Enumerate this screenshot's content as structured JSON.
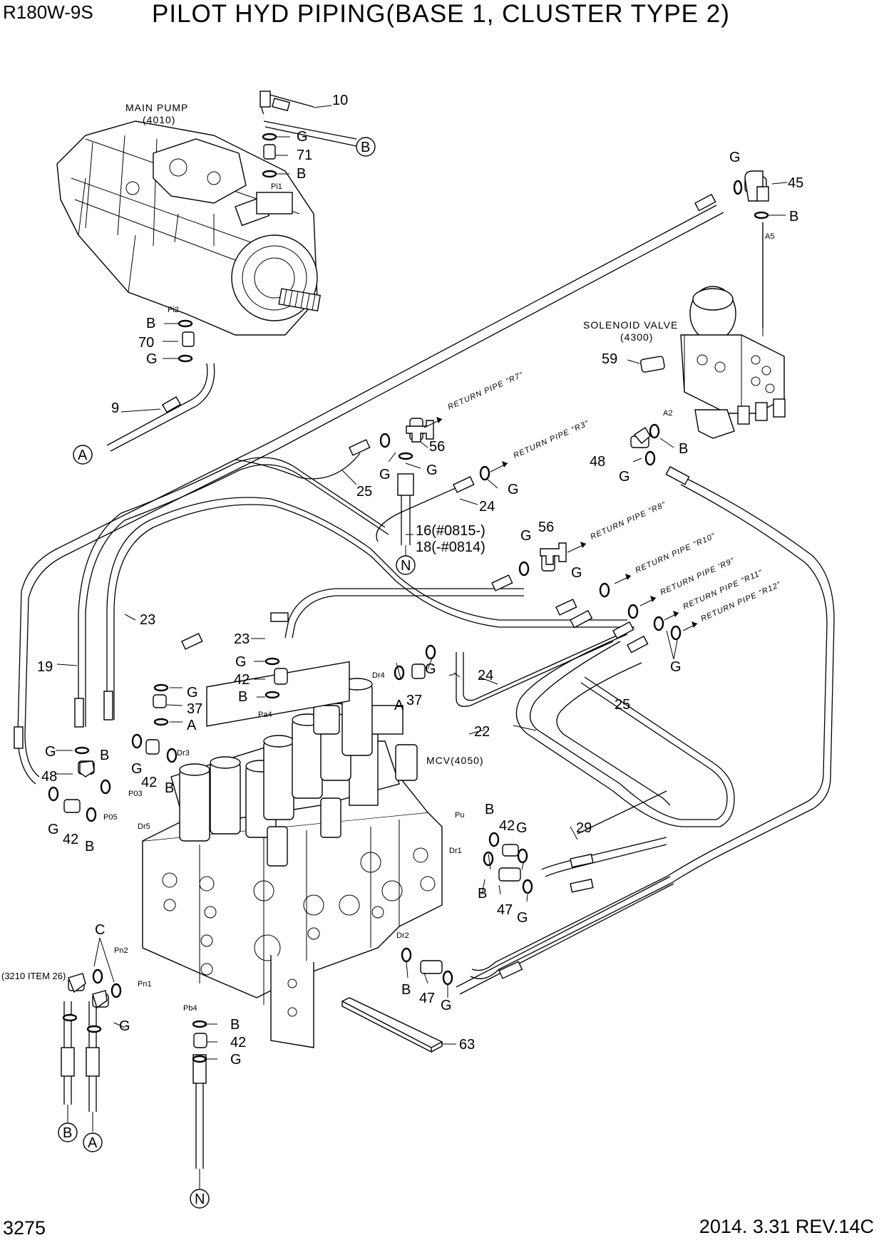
{
  "header": {
    "model": "R180W-9S",
    "title": "PILOT HYD PIPING(BASE 1, CLUSTER TYPE 2)"
  },
  "footer": {
    "page_number": "3275",
    "date_revision": "2014. 3.31  REV.14C"
  },
  "components": {
    "main_pump": {
      "name": "MAIN PUMP",
      "code": "(4010)"
    },
    "solenoid_valve": {
      "name": "SOLENOID VALVE",
      "code": "(4300)"
    },
    "mcv": {
      "name": "MCV(4050)"
    },
    "item_3210": {
      "text": "(3210 ITEM 26)"
    }
  },
  "return_pipes": [
    "RETURN PIPE \"R7\"",
    "RETURN PIPE \"R3\"",
    "RETURN PIPE \"R8\"",
    "RETURN PIPE \"R10\"",
    "RETURN PIPE 'R9\"",
    "RETURN PIPE \"R11\"",
    "RETURN PIPE \"R12\""
  ],
  "ports": [
    "Pi1",
    "Pi2",
    "A5",
    "A2",
    "Dr4",
    "Pa4",
    "Dr3",
    "P03",
    "P05",
    "Dr5",
    "Pu",
    "Dr1",
    "Dr2",
    "Pn2",
    "Pn1",
    "Pb4"
  ],
  "callouts": [
    "10",
    "71",
    "70",
    "9",
    "45",
    "59",
    "56",
    "48",
    "25",
    "24",
    "16(#0815-)",
    "18(-#0814)",
    "23",
    "19",
    "42",
    "37",
    "22",
    "29",
    "47",
    "63"
  ],
  "ring_labels": [
    "G",
    "B",
    "A",
    "C"
  ],
  "connectors": [
    "A",
    "B",
    "N"
  ]
}
